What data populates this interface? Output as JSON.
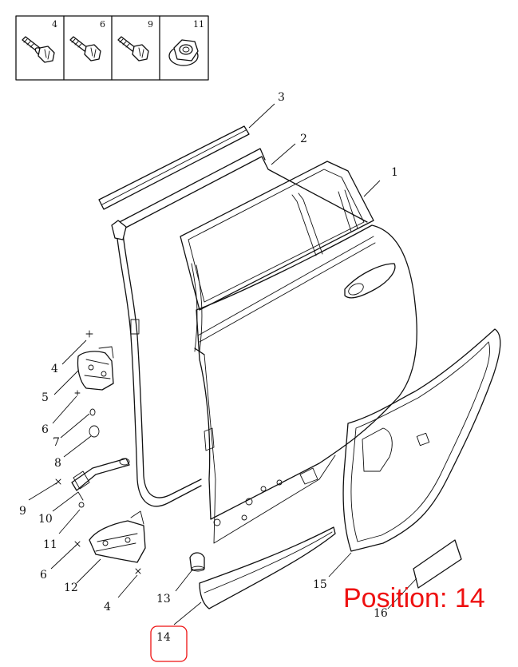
{
  "fastener_kit": {
    "cells": [
      {
        "label": "4",
        "icon": "flange-bolt-icon"
      },
      {
        "label": "6",
        "icon": "hex-bolt-icon"
      },
      {
        "label": "9",
        "icon": "hex-bolt-icon"
      },
      {
        "label": "11",
        "icon": "flange-nut-icon"
      }
    ]
  },
  "callouts": {
    "c1": "1",
    "c2": "2",
    "c3": "3",
    "c4a": "4",
    "c4b": "4",
    "c5": "5",
    "c6a": "6",
    "c6b": "6",
    "c7": "7",
    "c8": "8",
    "c9": "9",
    "c10": "10",
    "c11": "11",
    "c12": "12",
    "c13": "13",
    "c14": "14",
    "c15": "15",
    "c16": "16"
  },
  "highlight": {
    "position_text": "Position: 14",
    "color": "#ee1111"
  }
}
